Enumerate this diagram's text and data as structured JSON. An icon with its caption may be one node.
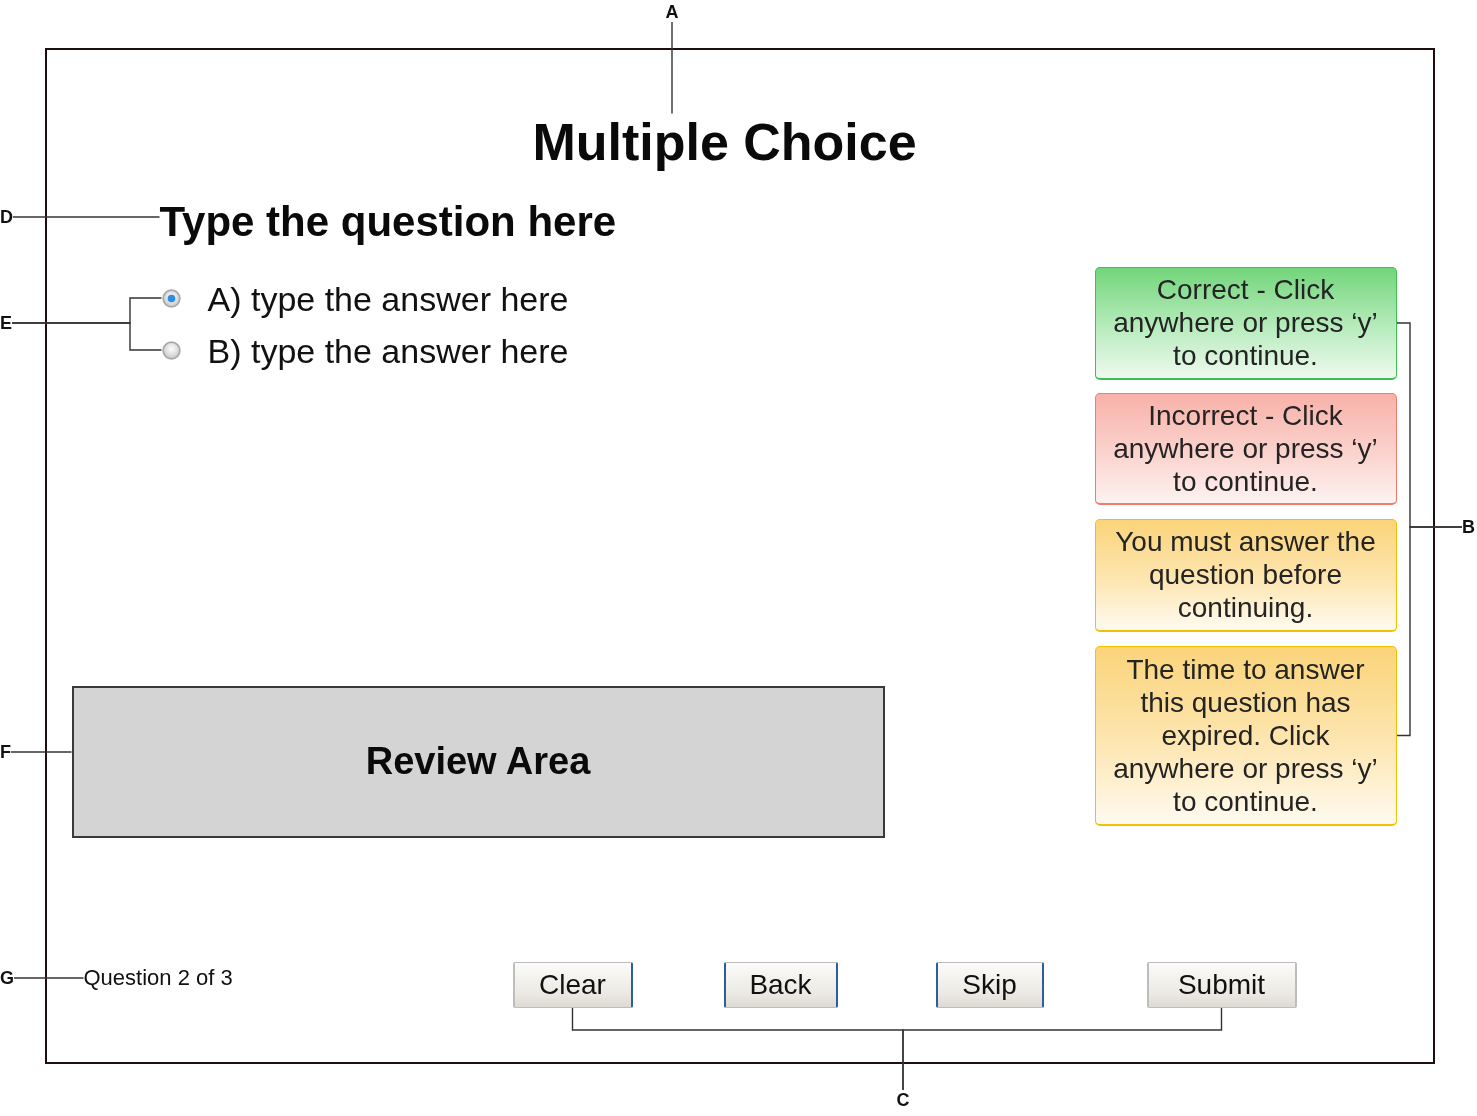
{
  "diagram": {
    "nodes": [
      {
        "text": [
          "A"
        ]
      },
      {
        "text": [],
        "shape": "box"
      },
      {
        "text": [
          "Multiple Choice"
        ],
        "in": 1
      },
      {
        "text": [
          "D"
        ]
      },
      {
        "text": [
          "Type the question here"
        ],
        "in": 1
      },
      {
        "text": [
          "E"
        ]
      },
      {
        "text": [],
        "shape": "circle",
        "in": 1,
        "beside": [
          "A) type the answer here"
        ]
      },
      {
        "text": [],
        "shape": "circle",
        "in": 1,
        "beside": [
          "B) type the answer here"
        ]
      },
      {
        "text": [
          "B"
        ]
      },
      {
        "text": [
          "Correct - Click anywhere or press ‘y’ to continue."
        ],
        "in": 1
      },
      {
        "text": [
          "Incorrect - Click anywhere or press ‘y’ to continue."
        ],
        "in": 1
      },
      {
        "text": [
          "You must answer the question before continuing."
        ],
        "in": 1
      },
      {
        "text": [
          "The time to answer this question has expired. Click anywhere or press ‘y’ to continue."
        ],
        "in": 1
      },
      {
        "text": [
          "F"
        ]
      },
      {
        "text": [
          "Review Area"
        ],
        "in": 1
      },
      {
        "text": [
          "G"
        ]
      },
      {
        "text": [
          "Question 2 of 3"
        ],
        "in": 1
      },
      {
        "text": [
          "Clear"
        ],
        "in": 1
      },
      {
        "text": [
          "Back"
        ],
        "in": 1
      },
      {
        "text": [
          "Skip"
        ],
        "in": 1
      },
      {
        "text": [
          "Submit"
        ],
        "in": 1
      },
      {
        "text": [
          "C"
        ]
      }
    ],
    "edges": [
      {
        "from": 0,
        "to": 2,
        "arrow": "none"
      },
      {
        "from": 3,
        "to": 4,
        "arrow": "none"
      },
      {
        "from": 5,
        "to": 6,
        "arrow": "none"
      },
      {
        "from": 5,
        "to": 7,
        "arrow": "none"
      },
      {
        "from": 8,
        "to": 9,
        "arrow": "none"
      },
      {
        "from": 8,
        "to": 12,
        "arrow": "none"
      },
      {
        "from": 13,
        "to": 14,
        "arrow": "none"
      },
      {
        "from": 15,
        "to": 16,
        "arrow": "none"
      },
      {
        "from": 21,
        "to": 17,
        "arrow": "none"
      },
      {
        "from": 21,
        "to": 20,
        "arrow": "none"
      }
    ]
  }
}
